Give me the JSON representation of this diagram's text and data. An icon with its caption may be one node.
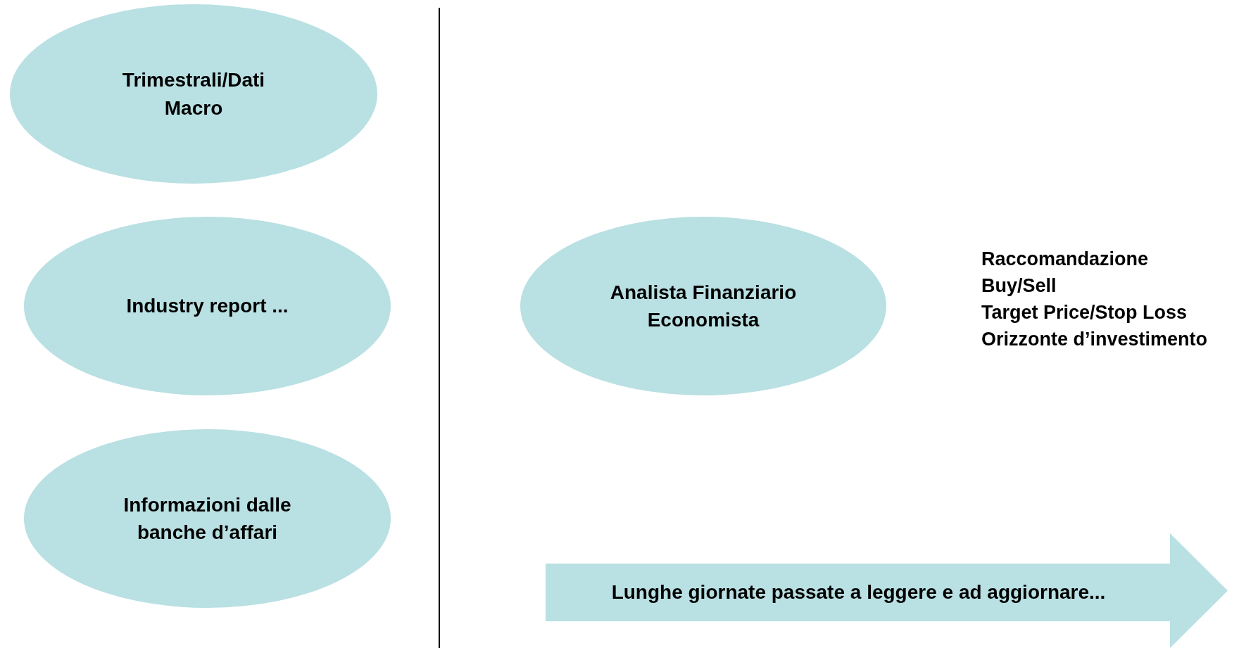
{
  "diagram": {
    "nodes": [
      {
        "text": [
          "Trimestrali/Dati Macro"
        ]
      },
      {
        "text": [
          "Industry report ..."
        ]
      },
      {
        "text": [
          "Informazioni dalle banche d’affari"
        ]
      },
      {
        "text": [
          "Analista Finanziario Economista"
        ]
      },
      {
        "text": [
          "Lunghe giornate passate a leggere e ad aggiornare..."
        ]
      }
    ],
    "edges": [],
    "labels": [
      "Raccomandazione",
      "Buy/Sell",
      "Target Price/Stop Loss",
      "Orizzonte d’investimento"
    ]
  }
}
